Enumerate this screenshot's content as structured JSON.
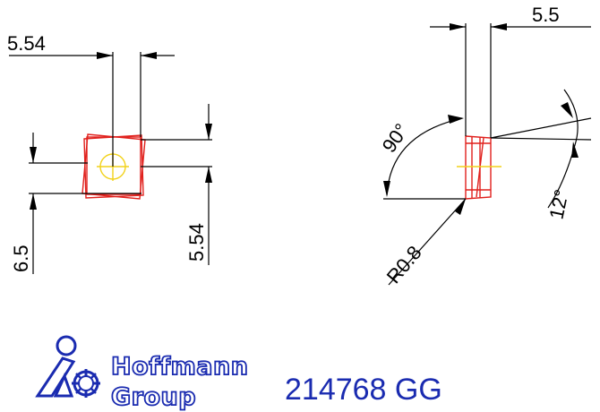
{
  "dimensions": {
    "top_width": "5.54",
    "side_height": "5.54",
    "thickness_left": "6.5",
    "right_width": "5.5",
    "angle_90": "90°",
    "angle_12": "12°",
    "radius": "R0.8"
  },
  "footer": {
    "brand_line1": "Hoffmann",
    "brand_line2": "Group",
    "part_code": "214768 GG"
  },
  "colors": {
    "outline": "#e0201c",
    "hole": "#f2d21a",
    "brand": "#1a2bb0"
  }
}
